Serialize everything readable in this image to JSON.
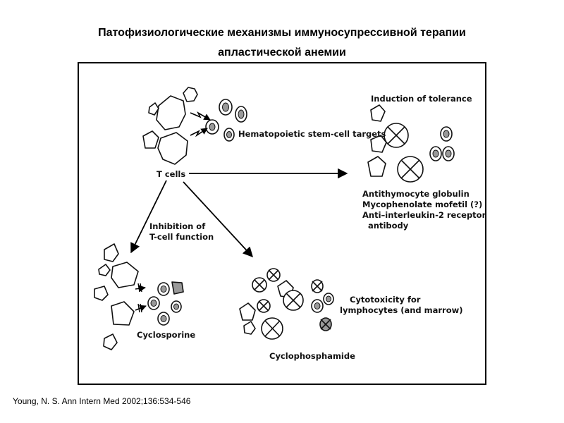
{
  "title": {
    "line1": "Патофизиологические механизмы иммуносупрессивной терапии",
    "line2": "апластической анемии"
  },
  "diagram": {
    "t_cells": "T cells",
    "targets": "Hematopoietic stem-cell targets",
    "induction": "Induction of tolerance",
    "drugs_tolerance": [
      "Antithymocyte globulin",
      "Mycophenolate mofetil (?)",
      "Anti–interleukin-2 receptor",
      "antibody"
    ],
    "inhibition": [
      "Inhibition of",
      "T-cell function"
    ],
    "cyclosporine": "Cyclosporine",
    "cytotoxicity": [
      "Cytotoxicity for",
      "lymphocytes (and marrow)"
    ],
    "cyclophosphamide": "Cyclophosphamide"
  },
  "citation": "Young, N. S. Ann Intern Med 2002;136:534-546"
}
